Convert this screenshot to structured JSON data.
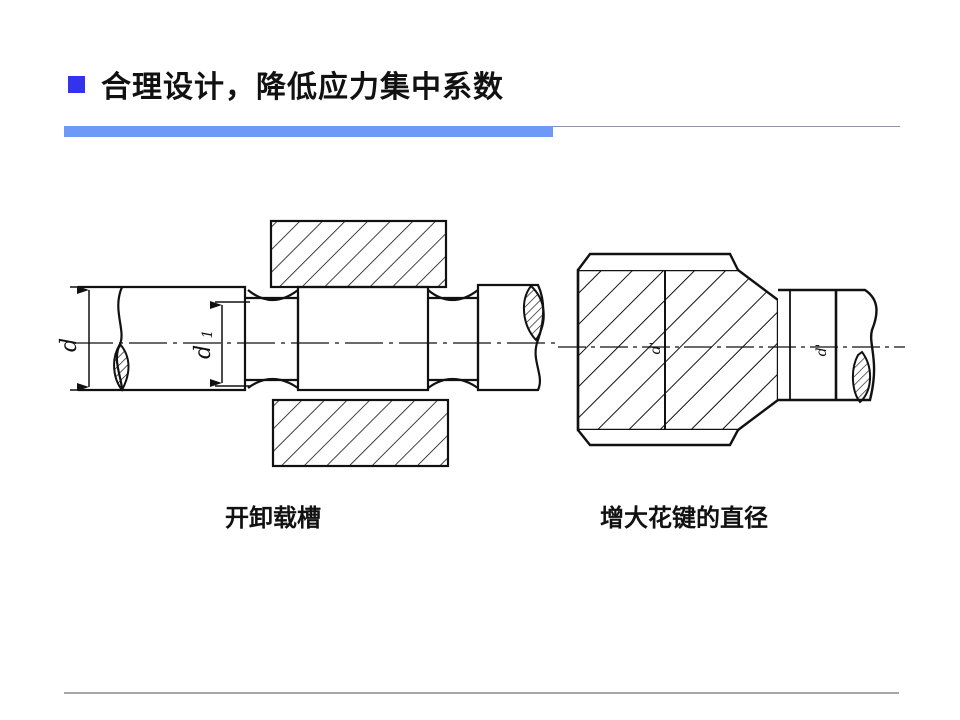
{
  "slide": {
    "title": "合理设计，降低应力集中系数",
    "bullet_color": "#3333ee",
    "accent_bar_color": "#6f99f6"
  },
  "figures": [
    {
      "id": "unloading-groove",
      "caption": "开卸载槽",
      "labels": {
        "shaft_diameter": "d",
        "groove_diameter": "d",
        "groove_subscript": "1"
      }
    },
    {
      "id": "enlarged-spline",
      "caption": "增大花键的直径",
      "labels": {
        "spline_diameter": "d'",
        "shaft_diameter": "d'"
      }
    }
  ]
}
